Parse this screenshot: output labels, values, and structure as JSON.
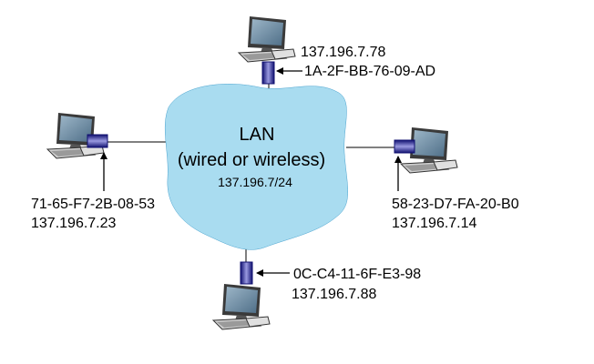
{
  "lan": {
    "title": "LAN",
    "subtitle": "(wired or wireless)",
    "subnet": "137.196.7/24"
  },
  "hosts": {
    "top": {
      "ip": "137.196.7.78",
      "mac": "1A-2F-BB-76-09-AD"
    },
    "left": {
      "ip": "137.196.7.23",
      "mac": "71-65-F7-2B-08-53"
    },
    "right": {
      "ip": "137.196.7.14",
      "mac": "58-23-D7-FA-20-B0"
    },
    "bottom": {
      "ip": "137.196.7.88",
      "mac": "0C-C4-11-6F-E3-98"
    }
  },
  "colors": {
    "cloud_fill": "#a9dcf0",
    "adapter_blue": "#1a1a8c",
    "adapter_light": "#8c8cd8",
    "computer_screen": "#6f8fa8",
    "computer_body": "#d8d8d8"
  },
  "icons": [
    "computer-icon",
    "adapter-icon",
    "arrow-icon"
  ]
}
